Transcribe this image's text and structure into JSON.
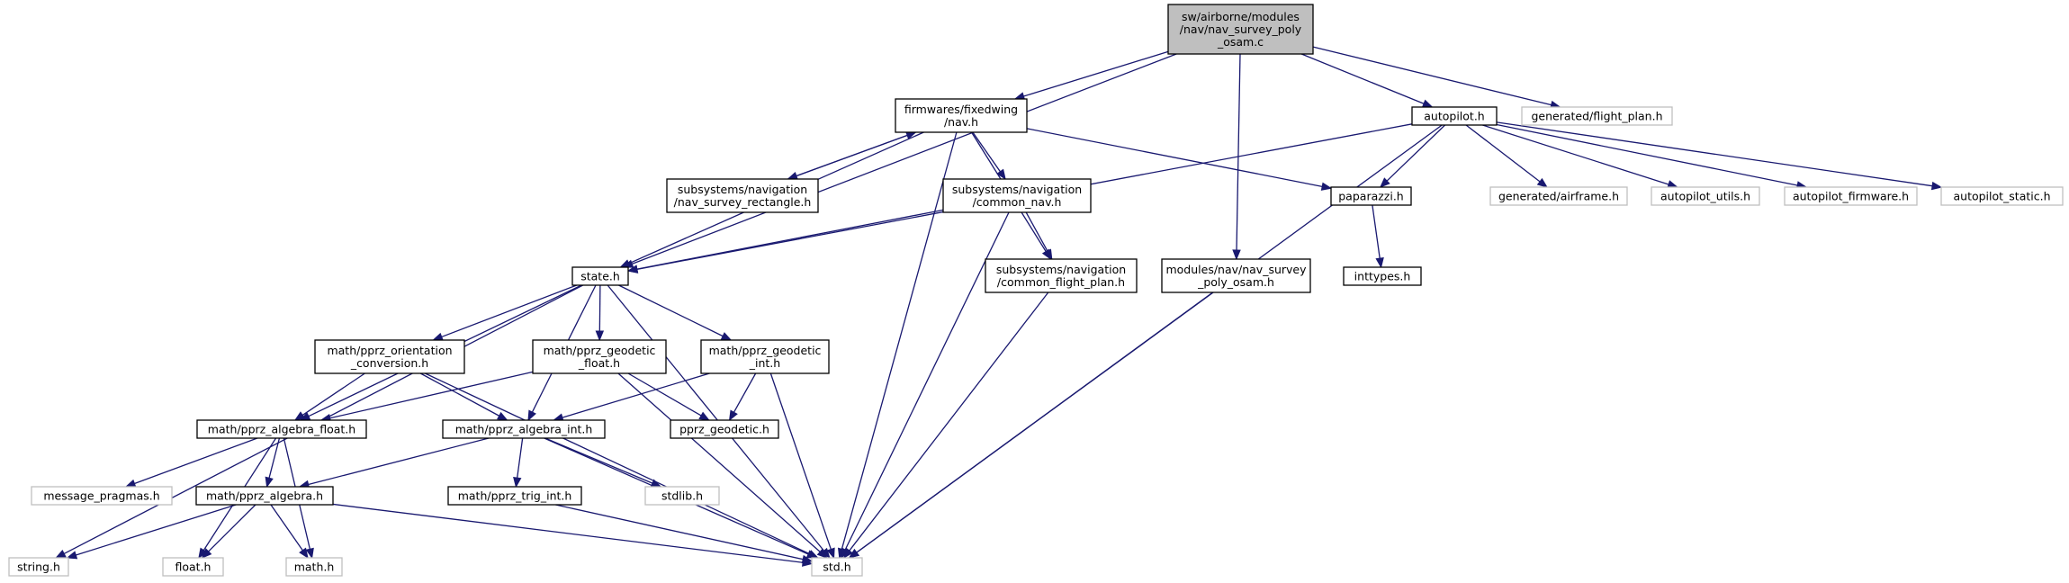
{
  "colors": {
    "edge": "#191970",
    "root_fill": "#bfbfbf",
    "ext_stroke": "#bfbfbf",
    "node_stroke": "#000000"
  },
  "nodes": {
    "root": {
      "lines": [
        "sw/airborne/modules",
        "/nav/nav_survey_poly",
        "_osam.c"
      ],
      "kind": "root"
    },
    "fw_nav": {
      "lines": [
        "firmwares/fixedwing",
        "/nav.h"
      ],
      "kind": "normal"
    },
    "autopilot": {
      "lines": [
        "autopilot.h"
      ],
      "kind": "normal"
    },
    "gen_fp": {
      "lines": [
        "generated/flight_plan.h"
      ],
      "kind": "ext"
    },
    "nav_rect": {
      "lines": [
        "subsystems/navigation",
        "/nav_survey_rectangle.h"
      ],
      "kind": "normal"
    },
    "common_nav": {
      "lines": [
        "subsystems/navigation",
        "/common_nav.h"
      ],
      "kind": "normal"
    },
    "paparazzi": {
      "lines": [
        "paparazzi.h"
      ],
      "kind": "normal"
    },
    "gen_airframe": {
      "lines": [
        "generated/airframe.h"
      ],
      "kind": "ext"
    },
    "ap_utils": {
      "lines": [
        "autopilot_utils.h"
      ],
      "kind": "ext"
    },
    "ap_firmware": {
      "lines": [
        "autopilot_firmware.h"
      ],
      "kind": "ext"
    },
    "ap_static": {
      "lines": [
        "autopilot_static.h"
      ],
      "kind": "ext"
    },
    "state": {
      "lines": [
        "state.h"
      ],
      "kind": "normal"
    },
    "common_fp": {
      "lines": [
        "subsystems/navigation",
        "/common_flight_plan.h"
      ],
      "kind": "normal"
    },
    "mod_osam": {
      "lines": [
        "modules/nav/nav_survey",
        "_poly_osam.h"
      ],
      "kind": "normal"
    },
    "inttypes": {
      "lines": [
        "inttypes.h"
      ],
      "kind": "normal"
    },
    "orient": {
      "lines": [
        "math/pprz_orientation",
        "_conversion.h"
      ],
      "kind": "normal"
    },
    "geo_float": {
      "lines": [
        "math/pprz_geodetic",
        "_float.h"
      ],
      "kind": "normal"
    },
    "geo_int": {
      "lines": [
        "math/pprz_geodetic",
        "_int.h"
      ],
      "kind": "normal"
    },
    "alg_float": {
      "lines": [
        "math/pprz_algebra_float.h"
      ],
      "kind": "normal"
    },
    "alg_int": {
      "lines": [
        "math/pprz_algebra_int.h"
      ],
      "kind": "normal"
    },
    "geodetic": {
      "lines": [
        "pprz_geodetic.h"
      ],
      "kind": "normal"
    },
    "msg_pragmas": {
      "lines": [
        "message_pragmas.h"
      ],
      "kind": "ext"
    },
    "algebra": {
      "lines": [
        "math/pprz_algebra.h"
      ],
      "kind": "normal"
    },
    "trig_int": {
      "lines": [
        "math/pprz_trig_int.h"
      ],
      "kind": "normal"
    },
    "stdlib": {
      "lines": [
        "stdlib.h"
      ],
      "kind": "ext"
    },
    "string": {
      "lines": [
        "string.h"
      ],
      "kind": "ext"
    },
    "float": {
      "lines": [
        "float.h"
      ],
      "kind": "ext"
    },
    "math": {
      "lines": [
        "math.h"
      ],
      "kind": "ext"
    },
    "std": {
      "lines": [
        "std.h"
      ],
      "kind": "ext"
    }
  },
  "edges": [
    [
      "root",
      "state"
    ],
    [
      "root",
      "fw_nav"
    ],
    [
      "root",
      "autopilot"
    ],
    [
      "root",
      "gen_fp"
    ],
    [
      "root",
      "mod_osam"
    ],
    [
      "fw_nav",
      "state"
    ],
    [
      "fw_nav",
      "nav_rect"
    ],
    [
      "fw_nav",
      "common_nav"
    ],
    [
      "fw_nav",
      "paparazzi"
    ],
    [
      "fw_nav",
      "common_fp"
    ],
    [
      "fw_nav",
      "std"
    ],
    [
      "nav_rect",
      "fw_nav"
    ],
    [
      "autopilot",
      "state"
    ],
    [
      "autopilot",
      "paparazzi"
    ],
    [
      "autopilot",
      "gen_airframe"
    ],
    [
      "autopilot",
      "ap_utils"
    ],
    [
      "autopilot",
      "ap_firmware"
    ],
    [
      "autopilot",
      "ap_static"
    ],
    [
      "autopilot",
      "std"
    ],
    [
      "common_nav",
      "state"
    ],
    [
      "common_nav",
      "common_fp"
    ],
    [
      "common_nav",
      "std"
    ],
    [
      "paparazzi",
      "inttypes"
    ],
    [
      "common_fp",
      "std"
    ],
    [
      "mod_osam",
      "std"
    ],
    [
      "state",
      "orient"
    ],
    [
      "state",
      "geo_float"
    ],
    [
      "state",
      "geo_int"
    ],
    [
      "state",
      "alg_float"
    ],
    [
      "state",
      "alg_int"
    ],
    [
      "state",
      "std"
    ],
    [
      "state",
      "string"
    ],
    [
      "orient",
      "alg_float"
    ],
    [
      "orient",
      "alg_int"
    ],
    [
      "orient",
      "std"
    ],
    [
      "geo_float",
      "alg_float"
    ],
    [
      "geo_float",
      "geodetic"
    ],
    [
      "geo_float",
      "std"
    ],
    [
      "geo_int",
      "alg_int"
    ],
    [
      "geo_int",
      "geodetic"
    ],
    [
      "geo_int",
      "std"
    ],
    [
      "alg_float",
      "msg_pragmas"
    ],
    [
      "alg_float",
      "algebra"
    ],
    [
      "alg_float",
      "float"
    ],
    [
      "alg_float",
      "math"
    ],
    [
      "alg_int",
      "algebra"
    ],
    [
      "alg_int",
      "trig_int"
    ],
    [
      "alg_int",
      "stdlib"
    ],
    [
      "alg_int",
      "std"
    ],
    [
      "algebra",
      "string"
    ],
    [
      "algebra",
      "float"
    ],
    [
      "algebra",
      "math"
    ],
    [
      "algebra",
      "std"
    ],
    [
      "trig_int",
      "std"
    ]
  ]
}
